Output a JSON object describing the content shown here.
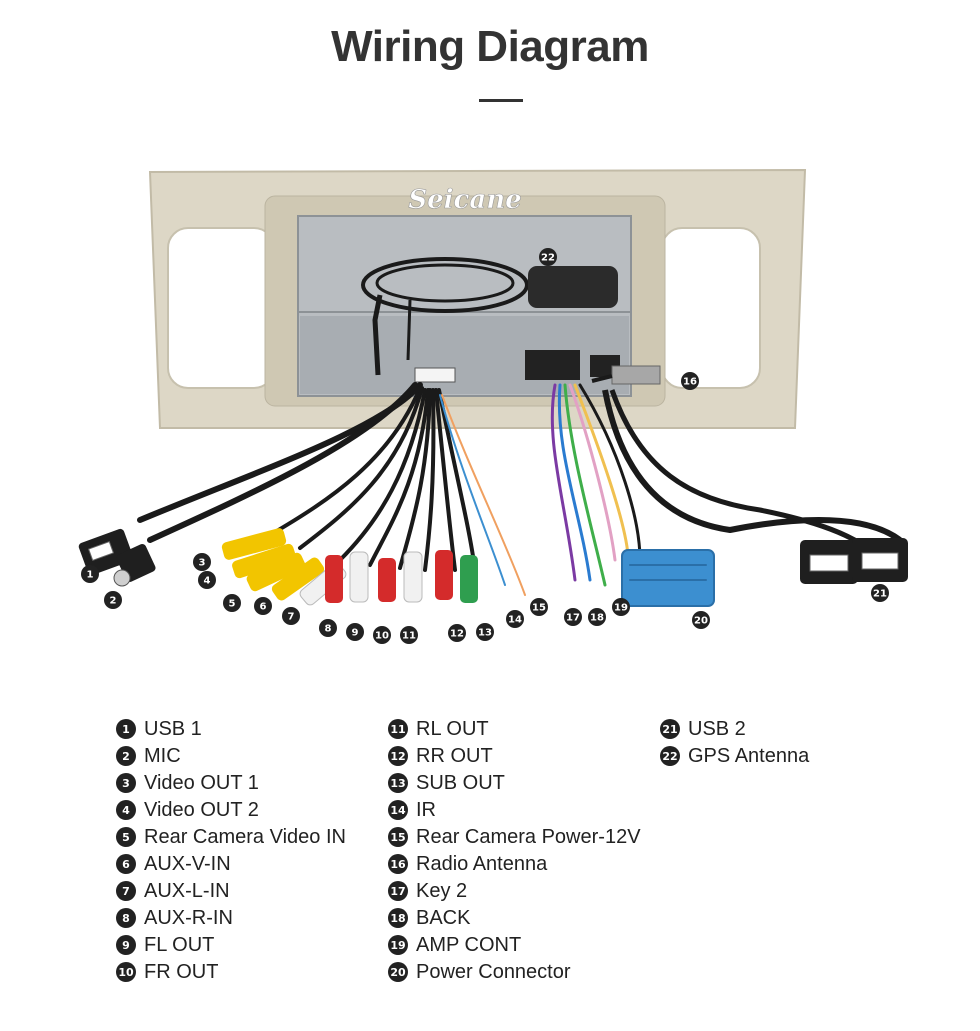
{
  "title": "Wiring Diagram",
  "brand_watermark": "Seicane",
  "diagram_badges": [
    "1",
    "2",
    "3",
    "4",
    "5",
    "6",
    "7",
    "8",
    "9",
    "10",
    "11",
    "12",
    "13",
    "14",
    "15",
    "16",
    "17",
    "18",
    "19",
    "20",
    "21",
    "22"
  ],
  "legend": {
    "col1": [
      {
        "num": "1",
        "label": "USB 1"
      },
      {
        "num": "2",
        "label": "MIC"
      },
      {
        "num": "3",
        "label": "Video OUT 1"
      },
      {
        "num": "4",
        "label": "Video OUT 2"
      },
      {
        "num": "5",
        "label": "Rear Camera Video IN"
      },
      {
        "num": "6",
        "label": "AUX-V-IN"
      },
      {
        "num": "7",
        "label": "AUX-L-IN"
      },
      {
        "num": "8",
        "label": "AUX-R-IN"
      },
      {
        "num": "9",
        "label": "FL OUT"
      },
      {
        "num": "10",
        "label": "FR OUT"
      }
    ],
    "col2": [
      {
        "num": "11",
        "label": "RL OUT"
      },
      {
        "num": "12",
        "label": "RR OUT"
      },
      {
        "num": "13",
        "label": "SUB OUT"
      },
      {
        "num": "14",
        "label": "IR"
      },
      {
        "num": "15",
        "label": "Rear Camera Power-12V"
      },
      {
        "num": "16",
        "label": "Radio Antenna"
      },
      {
        "num": "17",
        "label": "Key 2"
      },
      {
        "num": "18",
        "label": "BACK"
      },
      {
        "num": "19",
        "label": "AMP CONT"
      },
      {
        "num": "20",
        "label": "Power Connector"
      }
    ],
    "col3": [
      {
        "num": "21",
        "label": "USB 2"
      },
      {
        "num": "22",
        "label": "GPS Antenna"
      }
    ]
  },
  "colors": {
    "badge": "#222222",
    "bezel": "#ddd7c6",
    "chassis": "#b9bdc1",
    "cable": "#1a1a1a",
    "rca_yellow": "#f2c500",
    "rca_red": "#d42b2b",
    "rca_white": "#f1f1f1",
    "rca_green": "#2f9e4f",
    "connector_blue": "#3c8fd0"
  }
}
